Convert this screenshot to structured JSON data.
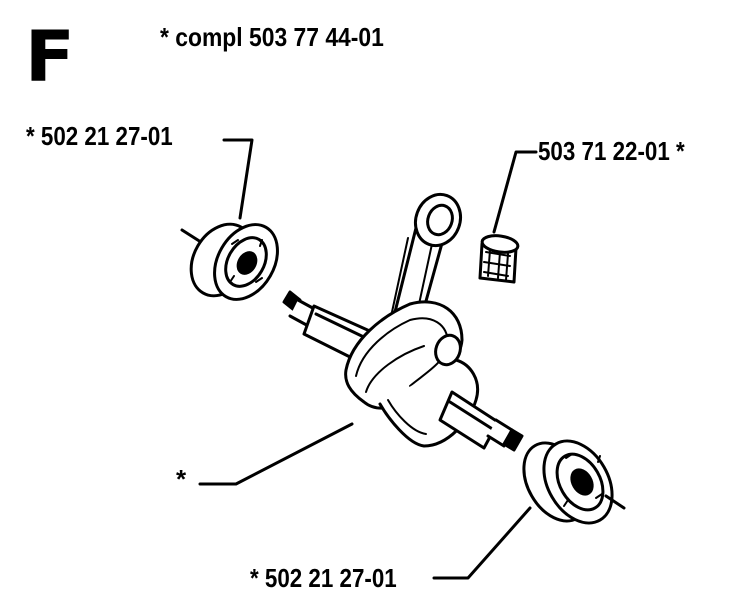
{
  "section": {
    "letter": "F"
  },
  "title": "* compl 503 77 44-01",
  "parts": {
    "bearing_top": "* 502 21 27-01",
    "needle_bearing": "503 71 22-01 *",
    "bearing_bottom": "* 502 21 27-01",
    "crankshaft": "*"
  },
  "colors": {
    "ink": "#000000",
    "paper": "#ffffff"
  }
}
